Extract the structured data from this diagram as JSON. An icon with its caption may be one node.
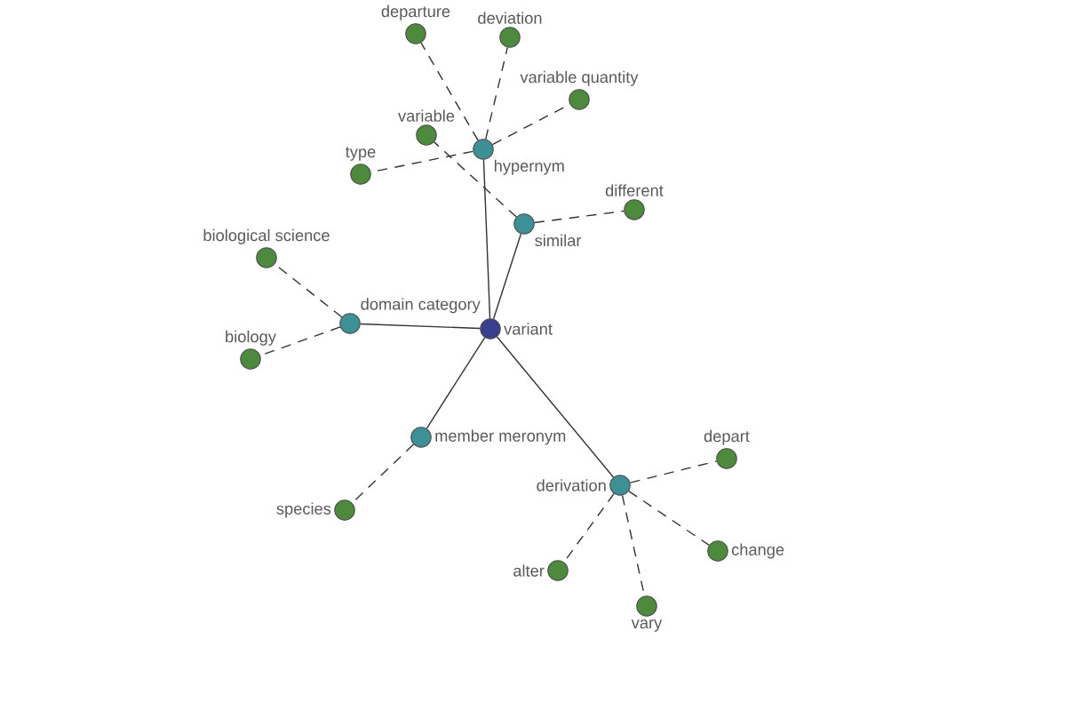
{
  "diagram": {
    "nodes": [
      {
        "text": [
          "departure"
        ]
      },
      {
        "text": [
          "deviation"
        ]
      },
      {
        "text": [
          "variable quantity"
        ]
      },
      {
        "text": [
          "variable"
        ]
      },
      {
        "text": [
          "hypernym"
        ]
      },
      {
        "text": [
          "type"
        ]
      },
      {
        "text": [
          "different"
        ]
      },
      {
        "text": [
          "similar"
        ]
      },
      {
        "text": [
          "biological science"
        ]
      },
      {
        "text": [
          "domain category"
        ]
      },
      {
        "text": [
          "variant"
        ]
      },
      {
        "text": [
          "biology"
        ]
      },
      {
        "text": [
          "member meronym"
        ]
      },
      {
        "text": [
          "depart"
        ]
      },
      {
        "text": [
          "derivation"
        ]
      },
      {
        "text": [
          "species"
        ]
      },
      {
        "text": [
          "change"
        ]
      },
      {
        "text": [
          "alter"
        ]
      },
      {
        "text": [
          "vary"
        ]
      }
    ],
    "edges": [
      {
        "from": 10,
        "to": 4,
        "arrow": "none"
      },
      {
        "from": 10,
        "to": 7,
        "arrow": "none"
      },
      {
        "from": 10,
        "to": 9,
        "arrow": "none"
      },
      {
        "from": 10,
        "to": 12,
        "arrow": "none"
      },
      {
        "from": 10,
        "to": 14,
        "arrow": "none"
      },
      {
        "from": 4,
        "to": 0,
        "arrow": "none",
        "style": "dashed"
      },
      {
        "from": 4,
        "to": 1,
        "arrow": "none",
        "style": "dashed"
      },
      {
        "from": 4,
        "to": 2,
        "arrow": "none",
        "style": "dashed"
      },
      {
        "from": 4,
        "to": 5,
        "arrow": "none",
        "style": "dashed"
      },
      {
        "from": 7,
        "to": 3,
        "arrow": "none",
        "style": "dashed"
      },
      {
        "from": 7,
        "to": 6,
        "arrow": "none",
        "style": "dashed"
      },
      {
        "from": 9,
        "to": 8,
        "arrow": "none",
        "style": "dashed"
      },
      {
        "from": 9,
        "to": 11,
        "arrow": "none",
        "style": "dashed"
      },
      {
        "from": 12,
        "to": 15,
        "arrow": "none",
        "style": "dashed"
      },
      {
        "from": 14,
        "to": 13,
        "arrow": "none",
        "style": "dashed"
      },
      {
        "from": 14,
        "to": 16,
        "arrow": "none",
        "style": "dashed"
      },
      {
        "from": 14,
        "to": 18,
        "arrow": "none",
        "style": "dashed"
      },
      {
        "from": 14,
        "to": 17,
        "arrow": "none",
        "style": "dashed"
      }
    ]
  }
}
